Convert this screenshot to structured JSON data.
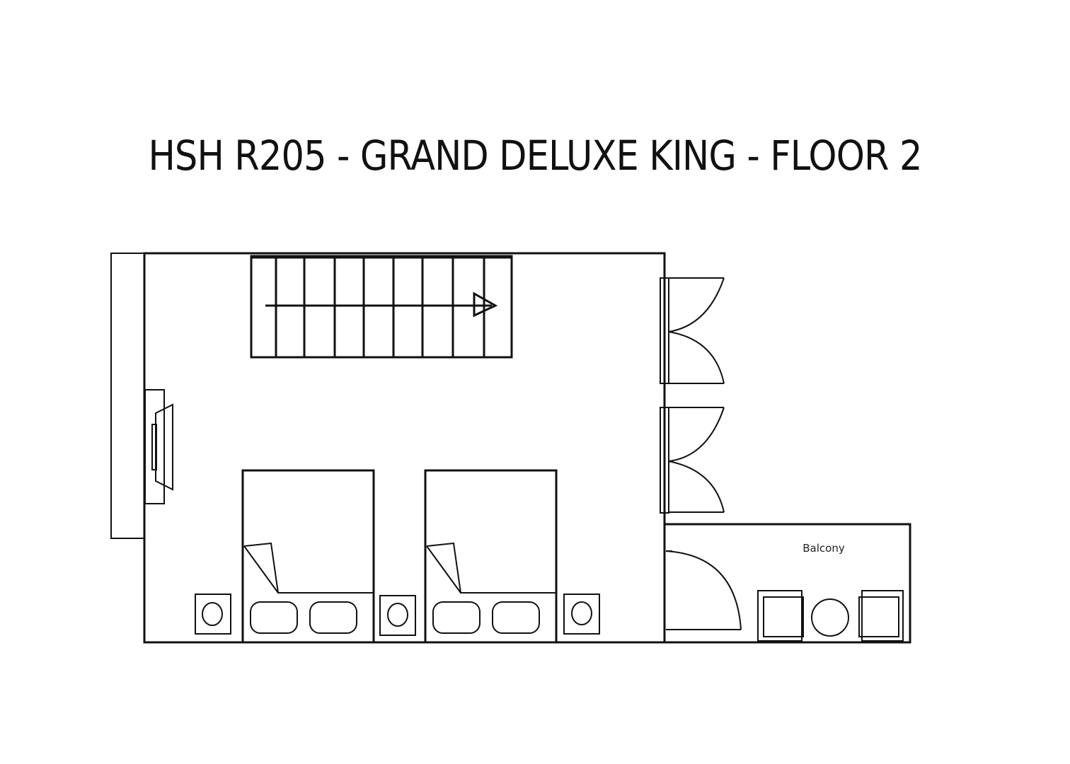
{
  "title": "HSH R205 - GRAND DELUXE KING - FLOOR 2",
  "labels": {
    "balcony": "Balcony"
  },
  "elements": {
    "staircase": {
      "steps": 9,
      "direction": "right"
    },
    "beds": 2,
    "nightstands": 3,
    "wardrobe_doors": 2,
    "balcony_chairs": 2,
    "balcony_table": "round"
  },
  "colors": {
    "line": "#111111",
    "background": "#ffffff"
  }
}
